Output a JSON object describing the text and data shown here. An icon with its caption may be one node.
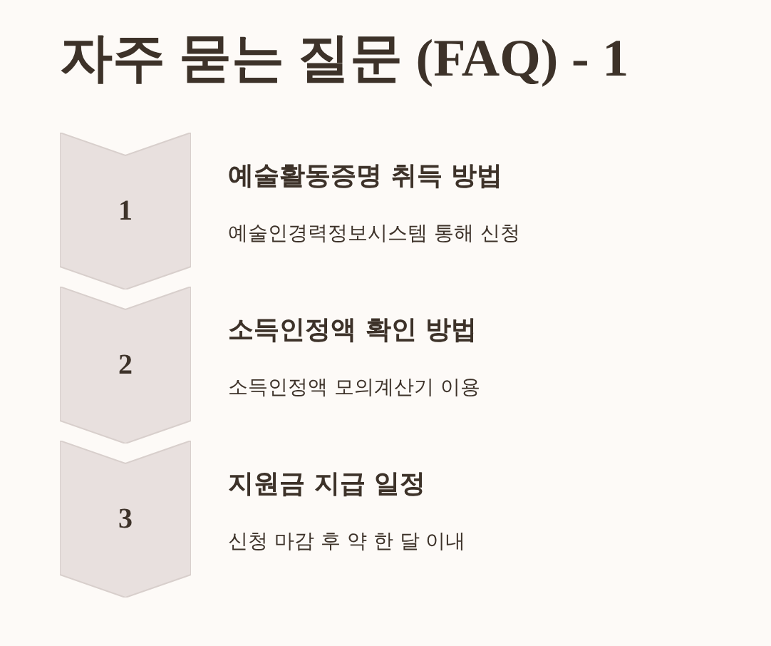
{
  "diagram": {
    "title": "자주 묻는 질문 (FAQ) - 1",
    "nodes": [
      {
        "text": [
          "1"
        ],
        "beside": [
          "예술활동증명 취득 방법",
          "예술인경력정보시스템 통해 신청"
        ]
      },
      {
        "text": [
          "2"
        ],
        "beside": [
          "소득인정액 확인 방법",
          "소득인정액 모의계산기 이용"
        ]
      },
      {
        "text": [
          "3"
        ],
        "beside": [
          "지원금 지급 일정",
          "신청 마감 후 약 한 달 이내"
        ]
      }
    ]
  }
}
